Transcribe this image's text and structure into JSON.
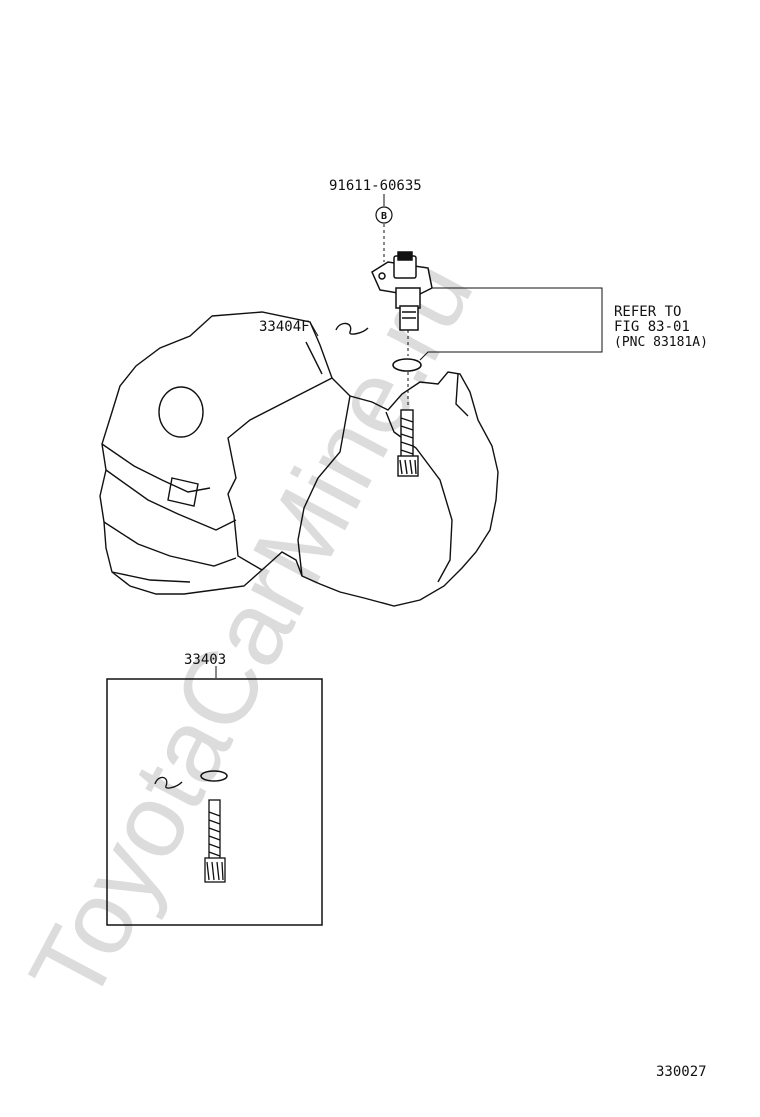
{
  "watermark": "ToyotaCarMine.ru",
  "parts": {
    "bolt": "91611-60635",
    "bolt_marker": "B",
    "sensor_clip": "33404F",
    "kit": "33403"
  },
  "reference": {
    "line1": "REFER TO",
    "line2": "FIG 83-01",
    "line3": "(PNC 83181A)"
  },
  "figure_number": "330027"
}
